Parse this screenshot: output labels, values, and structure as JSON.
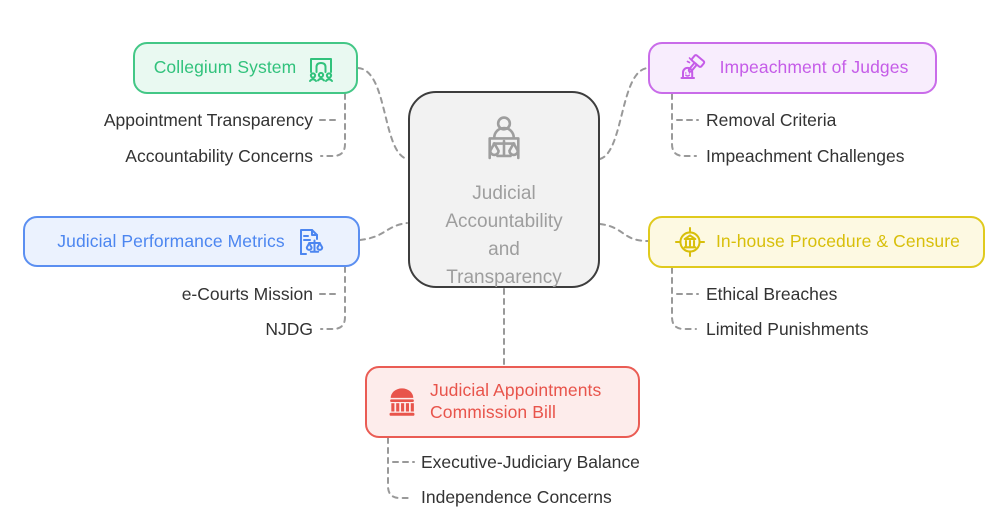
{
  "center": {
    "label": "Judicial\nAccountability\nand\nTransparency",
    "icon": "person-scales-icon",
    "fill": "#f2f2f2",
    "border_color": "#3d3d3d",
    "text_color": "#9e9e9e"
  },
  "branches": [
    {
      "label": "Collegium System",
      "icon": "people-arch-icon",
      "accent": "#31c27c",
      "fill": "#e9f9f1",
      "children": [
        "Appointment Transparency",
        "Accountability Concerns"
      ]
    },
    {
      "label": "Judicial Performance Metrics",
      "icon": "document-scales-icon",
      "accent": "#4c86f0",
      "fill": "#ebf2fe",
      "children": [
        "e-Courts Mission",
        "NJDG"
      ]
    },
    {
      "label": "Judicial Appointments\nCommission Bill",
      "icon": "classical-building-icon",
      "accent": "#e8544b",
      "fill": "#fdeceb",
      "children": [
        "Executive-Judiciary Balance",
        "Independence Concerns"
      ]
    },
    {
      "label": "Impeachment of Judges",
      "icon": "gavel-icon",
      "accent": "#c55ce8",
      "fill": "#f8edfd",
      "children": [
        "Removal Criteria",
        "Impeachment Challenges"
      ]
    },
    {
      "label": "In-house Procedure & Censure",
      "icon": "bank-target-icon",
      "accent": "#d8bf0a",
      "fill": "#fdf9e2",
      "children": [
        "Ethical Breaches",
        "Limited Punishments"
      ]
    }
  ],
  "connector_color": "#999999",
  "leaf_text_color": "#333333"
}
